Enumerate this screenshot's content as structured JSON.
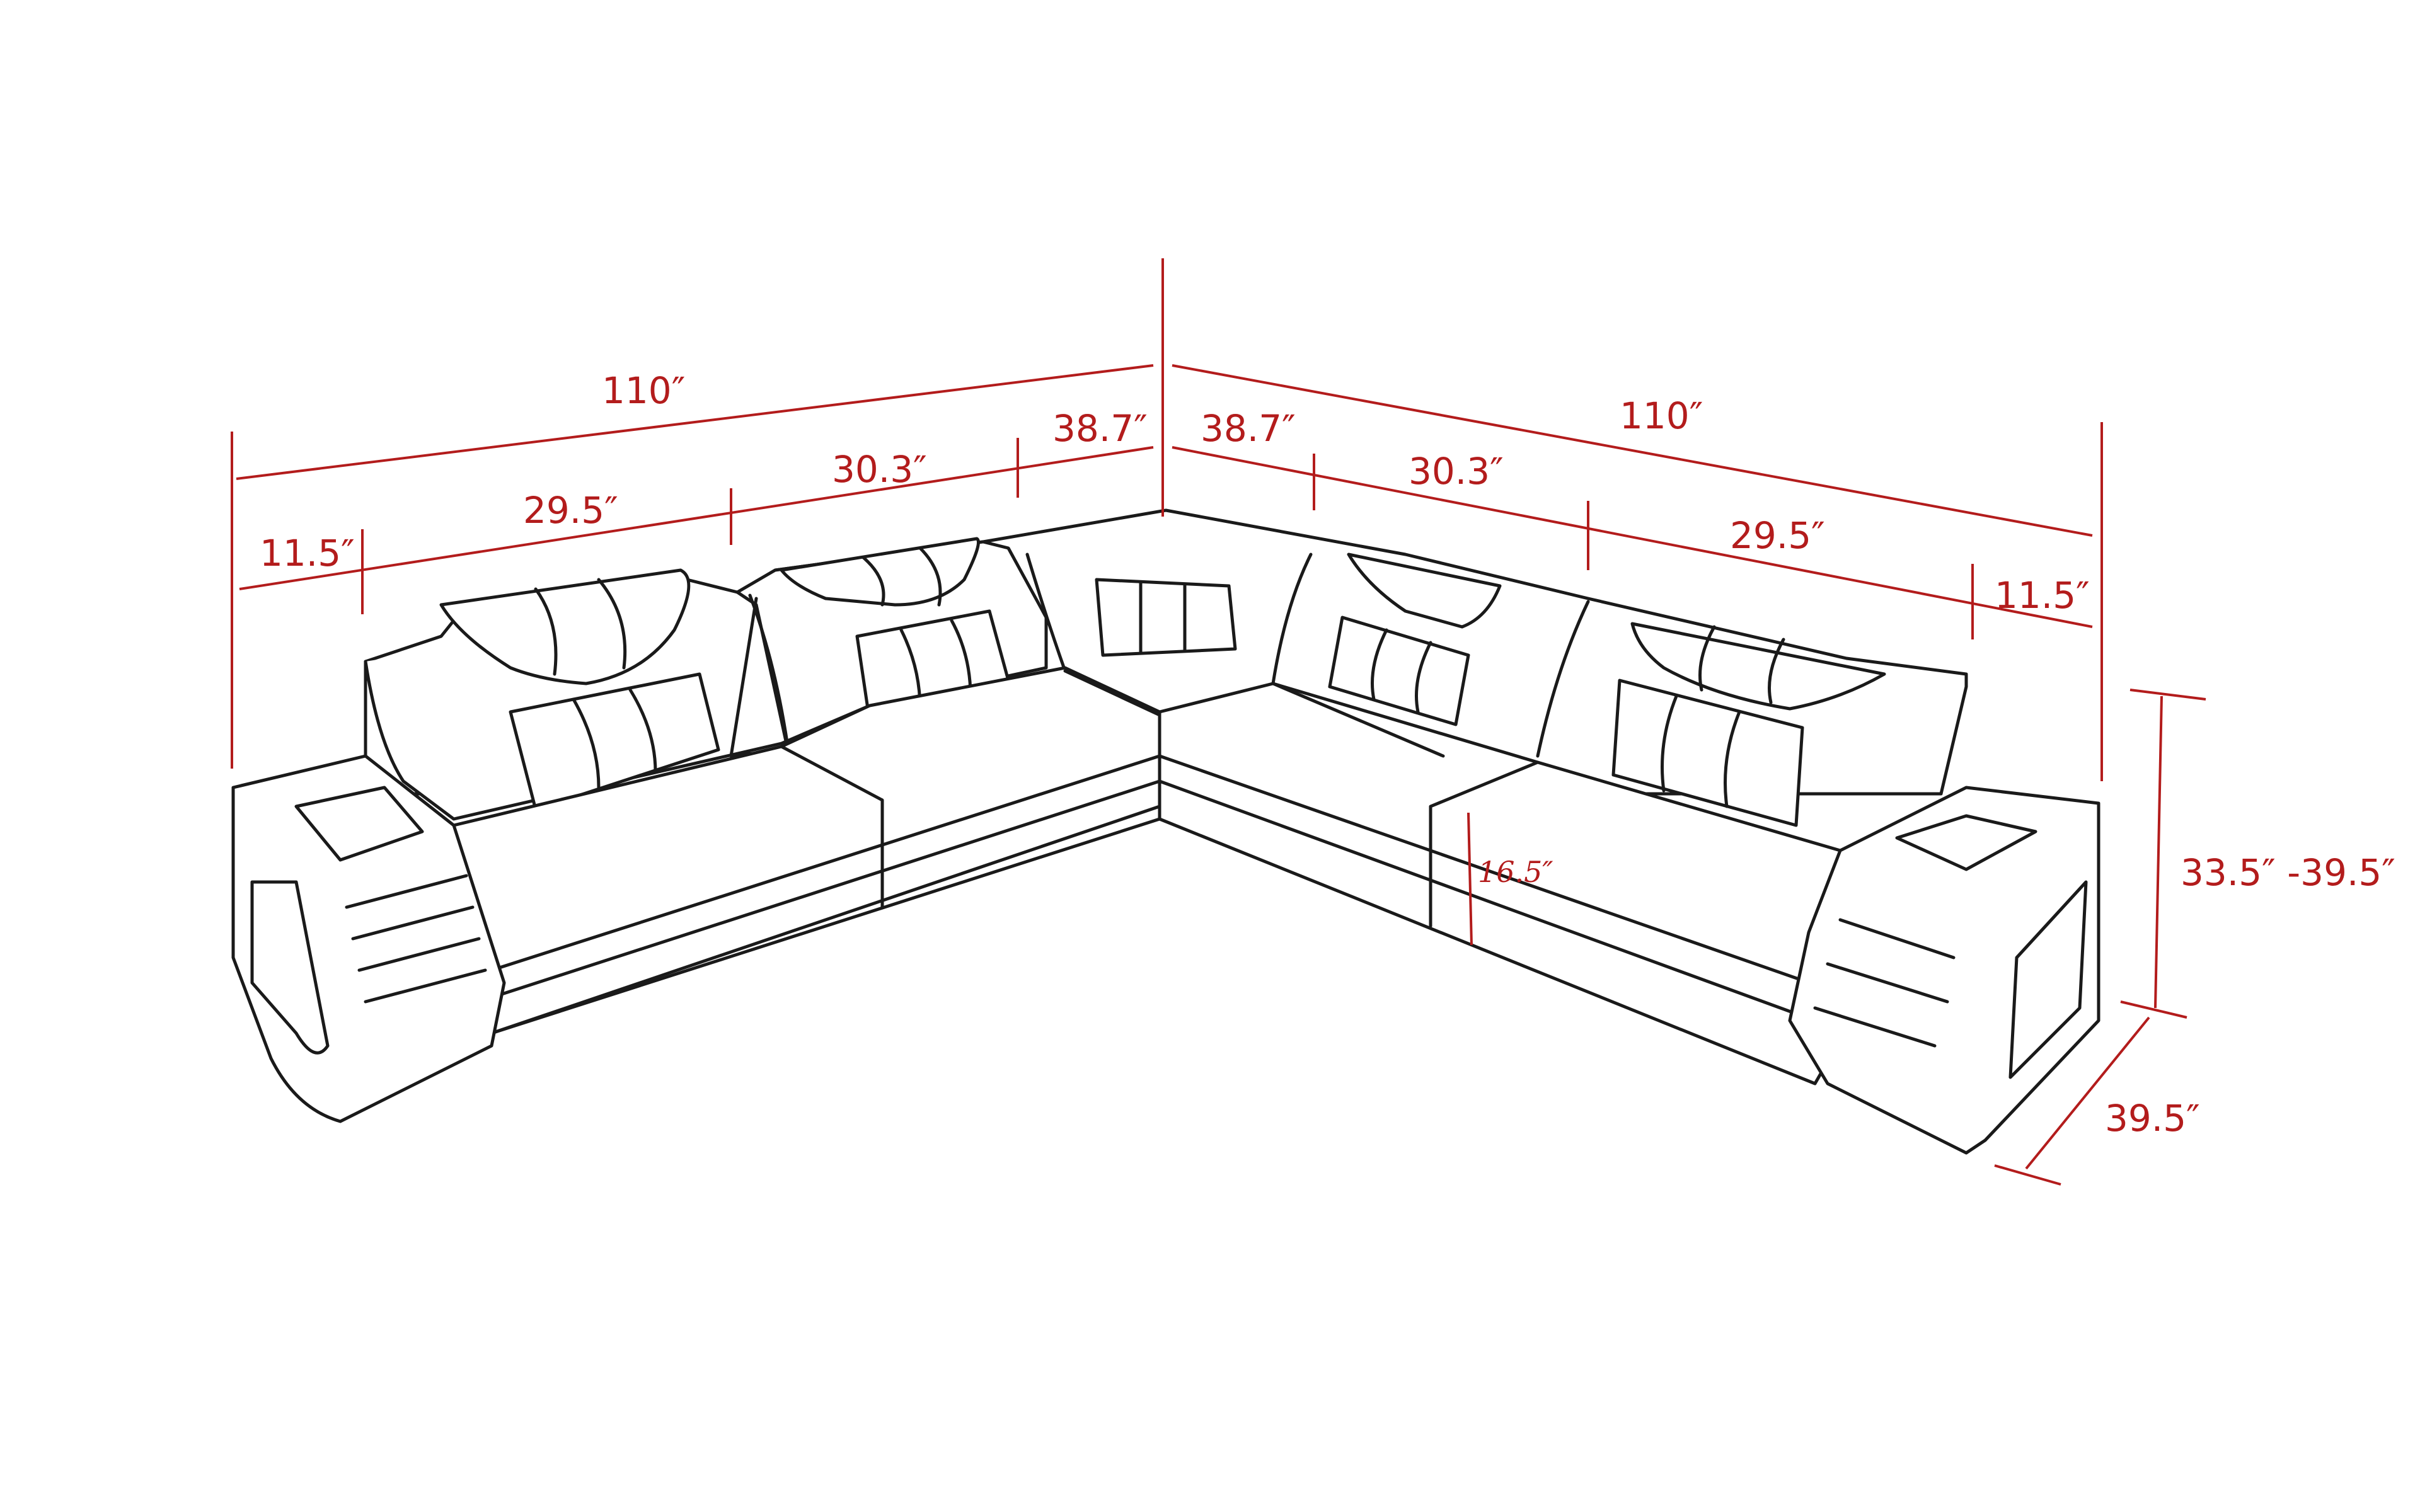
{
  "diagram": {
    "subject": "L-shaped sectional sofa",
    "colors": {
      "outline": "#1a1a1a",
      "dimension": "#b31c1c",
      "background": "#ffffff"
    }
  },
  "dimensions": {
    "left_total": "110″",
    "right_total": "110″",
    "left_arm": "11.5″",
    "left_seat": "29.5″",
    "left_middle": "30.3″",
    "left_corner": "38.7″",
    "right_corner": "38.7″",
    "right_middle": "30.3″",
    "right_seat": "29.5″",
    "right_arm": "11.5″",
    "height": "33.5″ -39.5″",
    "depth": "39.5″",
    "seat_height": "16.5″"
  }
}
